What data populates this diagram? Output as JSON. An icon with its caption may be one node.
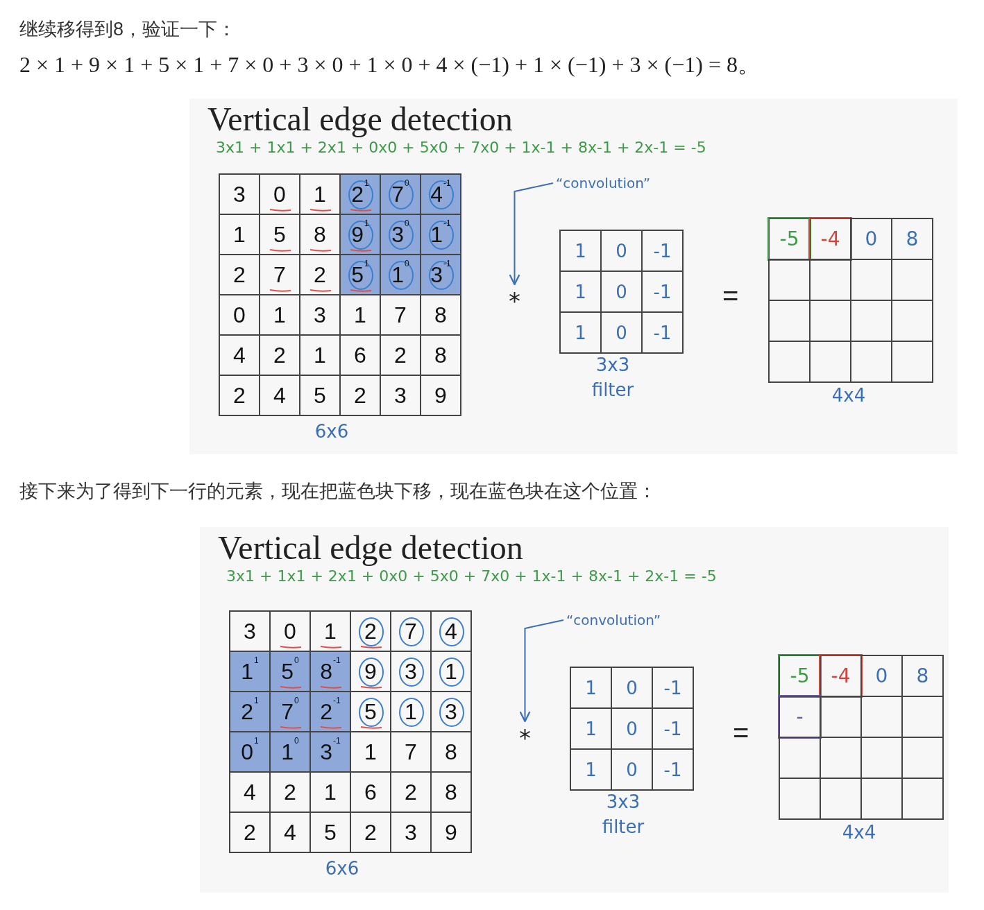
{
  "diagram": {
    "nodes": [
      {
        "text": [
          "Vertical edge detection",
          "3x1 + 1x1 + 2x1 + 0x0 + 5x0 + 7x0 + 1x-1 + 8x-1 + 2x-1 = -5"
        ]
      },
      {
        "text": [
          "3",
          "0",
          "1",
          "2$^{1}$",
          "7$^{0}$",
          "4$^{-1}$",
          "1",
          "5",
          "8",
          "9$^{1}$",
          "3$^{0}$",
          "1$^{-1}$",
          "2",
          "7",
          "2",
          "5$^{1}$",
          "1$^{0}$",
          "3$^{-1}$",
          "0",
          "1",
          "3",
          "1",
          "7",
          "8",
          "4",
          "2",
          "1",
          "6",
          "2",
          "8",
          "2",
          "4",
          "5",
          "2",
          "3",
          "9"
        ],
        "beside": [
          "6x6"
        ],
        "in": 0
      },
      {
        "text": [
          "“convolution”"
        ],
        "in": 0
      },
      {
        "text": [
          "*"
        ],
        "in": 0
      },
      {
        "text": [
          "1",
          "0",
          "-1",
          "1",
          "0",
          "-1",
          "1",
          "0",
          "-1"
        ],
        "beside": [
          "3x3 filter"
        ],
        "in": 0
      },
      {
        "text": [
          "-5",
          "-4",
          "0",
          "8"
        ],
        "beside": [
          "4x4"
        ],
        "in": 0
      },
      {
        "text": [
          "Vertical edge detection",
          "3x1 + 1x1 + 2x1 + 0x0 + 5x0 + 7x0 + 1x-1 + 8x-1 + 2x-1 = -5"
        ]
      },
      {
        "text": [
          "3",
          "0",
          "1",
          "2",
          "7",
          "4",
          "1$^{1}$",
          "5$^{0}$",
          "8$^{-1}$",
          "9",
          "3",
          "1",
          "2$^{1}$",
          "7$^{0}$",
          "2$^{-1}$",
          "5",
          "1",
          "3",
          "0$^{1}$",
          "1$^{0}$",
          "3$^{-1}$",
          "1",
          "7",
          "8",
          "4",
          "2",
          "1",
          "6",
          "2",
          "8",
          "2",
          "4",
          "5",
          "2",
          "3",
          "9"
        ],
        "beside": [
          "6x6"
        ],
        "in": 6
      },
      {
        "text": [
          "“convolution”"
        ],
        "in": 6
      },
      {
        "text": [
          "*"
        ],
        "in": 6
      },
      {
        "text": [
          "1",
          "0",
          "-1",
          "1",
          "0",
          "-1",
          "1",
          "0",
          "-1"
        ],
        "beside": [
          "3x3 filter"
        ],
        "in": 6
      },
      {
        "text": [
          "-5",
          "-4",
          "0",
          "8",
          "-"
        ],
        "beside": [
          "4x4"
        ],
        "in": 6
      }
    ],
    "edges": [
      {
        "from": 2,
        "to": 3,
        "arrow": "to"
      },
      {
        "from": 8,
        "to": 9,
        "arrow": "to"
      }
    ],
    "labels": [
      "继续移得到8，验证一下：",
      "2 × 1 + 9 × 1 + 5 × 1 + 7 × 0 + 3 × 0 + 1 × 0 + 4 × (−1) + 1 × (−1) + 3 × (−1) = 8。",
      "=",
      "接下来为了得到下一行的元素，现在把蓝色块下移，现在蓝色块在这个位置：",
      "="
    ]
  }
}
